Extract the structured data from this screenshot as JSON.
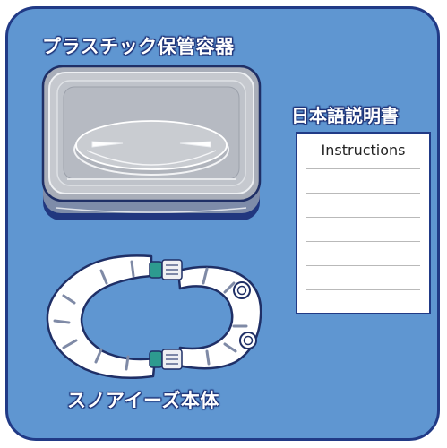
{
  "case": {
    "label": "プラスチック保管容器"
  },
  "manual": {
    "label": "日本語説明書",
    "title": "Instructions"
  },
  "device": {
    "label": "スノアイーズ本体"
  },
  "colors": {
    "panel_fill": "#5f96d1",
    "panel_border": "#213a86",
    "label_text": "#ffffff",
    "label_outline": "#1c3176"
  }
}
